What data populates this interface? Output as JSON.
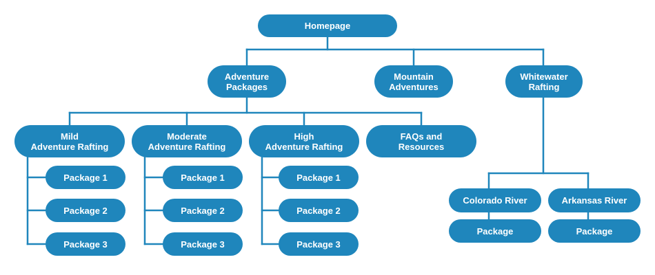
{
  "colors": {
    "node_fill": "#1f86bc",
    "connector": "#1f86bc",
    "text": "#ffffff",
    "background": "#ffffff"
  },
  "sitemap": {
    "home": "Homepage",
    "adventure": "Adventure\nPackages",
    "mountain": "Mountain\nAdventures",
    "whitewater": "Whitewater\nRafting",
    "mild": "Mild\nAdventure Rafting",
    "moderate": "Moderate\nAdventure Rafting",
    "high": "High\nAdventure Rafting",
    "faqs": "FAQs and\nResources",
    "mild_pkg1": "Package 1",
    "mild_pkg2": "Package 2",
    "mild_pkg3": "Package 3",
    "mod_pkg1": "Package 1",
    "mod_pkg2": "Package 2",
    "mod_pkg3": "Package 3",
    "high_pkg1": "Package 1",
    "high_pkg2": "Package 2",
    "high_pkg3": "Package 3",
    "colorado": "Colorado River",
    "arkansas": "Arkansas River",
    "colorado_pkg": "Package",
    "arkansas_pkg": "Package"
  }
}
